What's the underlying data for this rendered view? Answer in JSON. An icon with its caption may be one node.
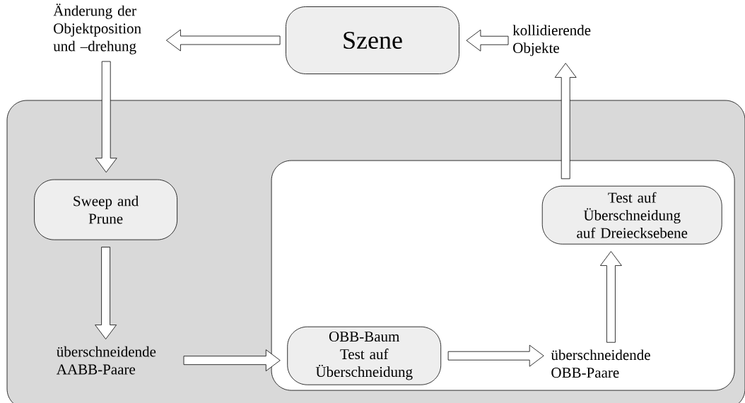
{
  "diagram": {
    "nodes": [
      {
        "text": [
          "Änderung der Objektposition und –drehung"
        ]
      },
      {
        "text": [
          "Szene"
        ]
      },
      {
        "text": [
          "kollidierende Objekte"
        ]
      },
      {
        "text": [],
        "shape": "box"
      },
      {
        "text": [
          "Sweep and Prune"
        ],
        "in": 3
      },
      {
        "text": [
          "überschneidende AABB-Paare"
        ],
        "in": 3
      },
      {
        "text": [],
        "shape": "box",
        "in": 3
      },
      {
        "text": [
          "OBB-Baum Test auf Überschneidung"
        ],
        "in": 6
      },
      {
        "text": [
          "überschneidende OBB-Paare"
        ],
        "in": 6
      },
      {
        "text": [
          "Test auf Überschneidung auf Dreiecksebene"
        ],
        "in": 6
      }
    ],
    "edges": [
      {
        "from": 1,
        "to": 0,
        "arrow": "to"
      },
      {
        "from": 2,
        "to": 1,
        "arrow": "to"
      },
      {
        "from": 0,
        "to": 4,
        "arrow": "to"
      },
      {
        "from": 4,
        "to": 5,
        "arrow": "to"
      },
      {
        "from": 5,
        "to": 7,
        "arrow": "to"
      },
      {
        "from": 7,
        "to": 8,
        "arrow": "to"
      },
      {
        "from": 8,
        "to": 9,
        "arrow": "to"
      },
      {
        "from": 9,
        "to": 2,
        "arrow": "to"
      }
    ]
  }
}
